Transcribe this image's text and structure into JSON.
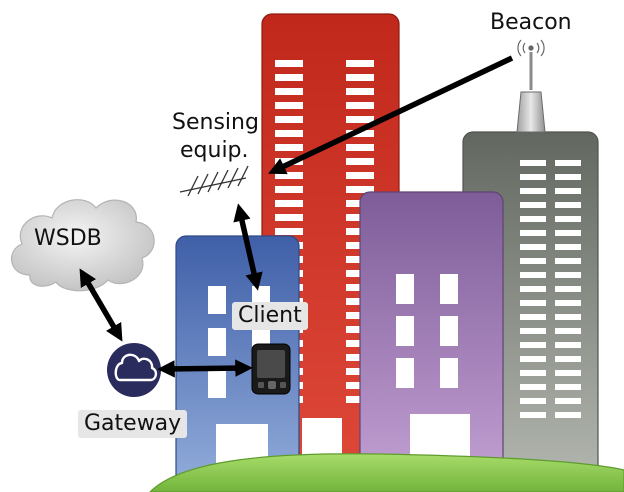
{
  "labels": {
    "beacon": "Beacon",
    "sensing_line1": "Sensing",
    "sensing_line2": "equip.",
    "wsdb": "WSDB",
    "client": "Client",
    "gateway": "Gateway"
  },
  "colors": {
    "red_building": "#c62a1c",
    "blue_building": "#4d6fb5",
    "purple_building": "#8d6aa3",
    "gray_building": "#6e746d",
    "hill": "#8bc34a",
    "gateway_circle": "#2b2c5e"
  },
  "icons": [
    "beacon-antenna-icon",
    "sensing-antenna-icon",
    "cloud-icon",
    "pda-device-icon"
  ]
}
